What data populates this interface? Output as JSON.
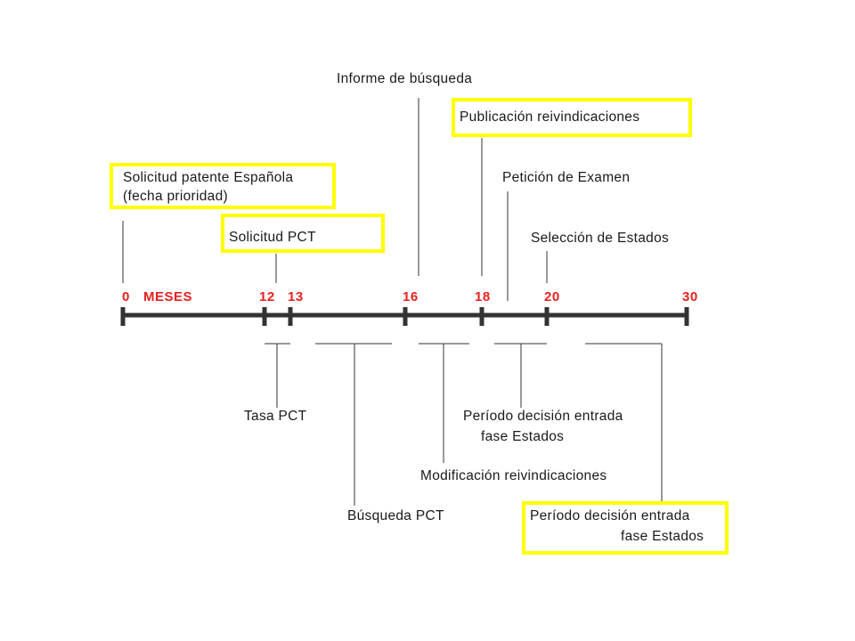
{
  "axis": {
    "unit_label": "MESES",
    "ticks": [
      "0",
      "12",
      "13",
      "16",
      "18",
      "20",
      "30"
    ],
    "color": "#e8201f",
    "line_color": "#333333"
  },
  "highlight_color": "#ffff00",
  "events_above": {
    "solicitud_espanola_line1": "Solicitud patente Española",
    "solicitud_espanola_line2": "(fecha prioridad)",
    "solicitud_pct": "Solicitud PCT",
    "informe_busqueda": "Informe de búsqueda",
    "publicacion": "Publicación reivindicaciones",
    "peticion_examen": "Petición de Examen",
    "seleccion_estados": "Selección de Estados"
  },
  "periods_below": {
    "tasa_pct": "Tasa PCT",
    "busqueda_pct": "Búsqueda PCT",
    "modificacion": "Modificación reivindicaciones",
    "periodo_20_line1": "Período decisión entrada",
    "periodo_20_line2": "fase Estados",
    "periodo_30_line1": "Período decisión entrada",
    "periodo_30_line2": "fase Estados"
  }
}
